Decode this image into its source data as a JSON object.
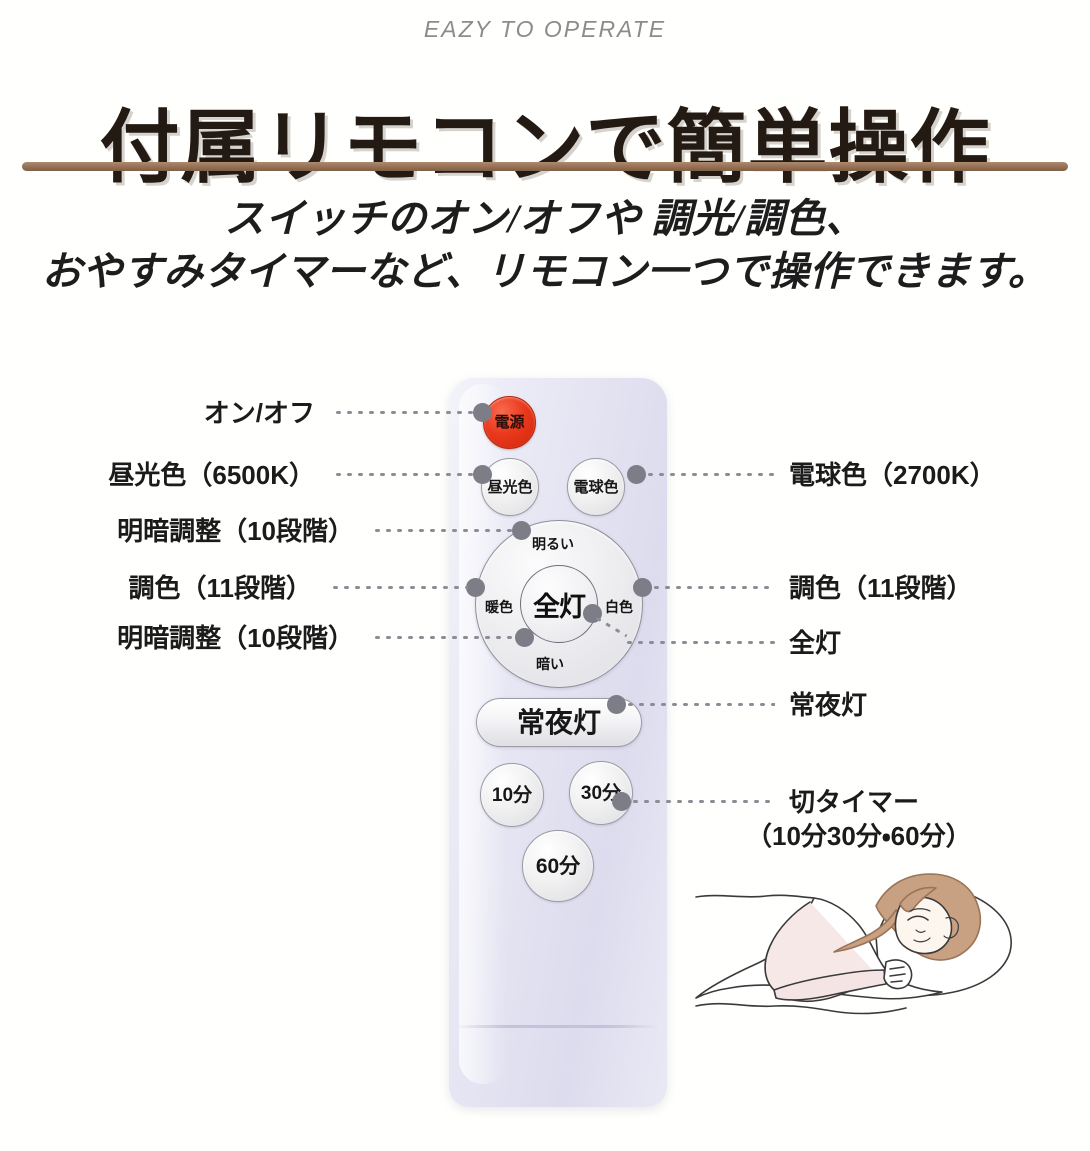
{
  "header": {
    "eyebrow": "EAZY TO OPERATE",
    "headline": "付属リモコンで簡単操作",
    "divider_color": "#9a7458"
  },
  "subtitle": {
    "line1": "スイッチのオン/オフや 調光/調色、",
    "line2": "おやすみタイマーなど、リモコン一つで操作できます。"
  },
  "remote": {
    "body_color": "#e4e4f0",
    "buttons": {
      "power": {
        "label": "電源",
        "color": "#ea3a1e"
      },
      "daylight": {
        "label": "昼光色"
      },
      "bulb_color": {
        "label": "電球色"
      },
      "dial_up": {
        "label": "明るい"
      },
      "dial_left": {
        "label": "暖色"
      },
      "dial_right": {
        "label": "白色"
      },
      "dial_down": {
        "label": "暗い"
      },
      "dial_center": {
        "label": "全灯"
      },
      "nightlight": {
        "label": "常夜灯"
      },
      "timer_10": {
        "label": "10分"
      },
      "timer_30": {
        "label": "30分"
      },
      "timer_60": {
        "label": "60分"
      }
    }
  },
  "callouts": {
    "left": [
      {
        "text": "オン/オフ"
      },
      {
        "text": "昼光色（6500K）"
      },
      {
        "text": "明暗調整（10段階）"
      },
      {
        "text": "調色（11段階）"
      },
      {
        "text": "明暗調整（10段階）"
      }
    ],
    "right": [
      {
        "text": "電球色（2700K）"
      },
      {
        "text": "調色（11段階）"
      },
      {
        "text": "全灯"
      },
      {
        "text": "常夜灯"
      },
      {
        "text": "切タイマー",
        "sub": "（10分30分・60分）"
      }
    ]
  }
}
